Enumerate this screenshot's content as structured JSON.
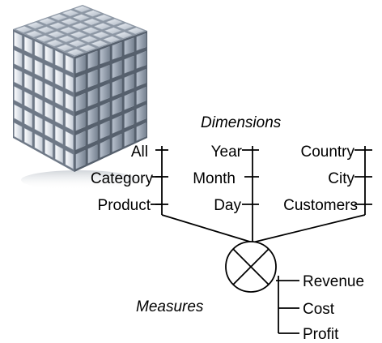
{
  "headings": {
    "dimensions": "Dimensions",
    "measures": "Measures"
  },
  "hierarchies": {
    "product": [
      "All",
      "Category",
      "Product"
    ],
    "time": [
      "Year",
      "Month",
      "Day"
    ],
    "geography": [
      "Country",
      "City",
      "Customers"
    ]
  },
  "measures": [
    "Revenue",
    "Cost",
    "Profit"
  ],
  "icons": {
    "cube": "data-cube-icon",
    "cross": "circle-cross-icon"
  }
}
